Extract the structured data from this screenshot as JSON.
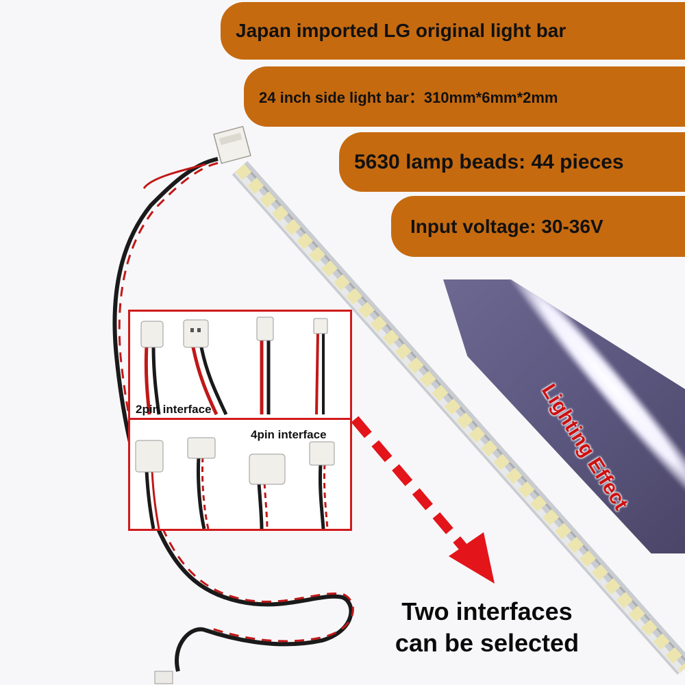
{
  "specs": {
    "title": "Japan imported LG original light bar",
    "size": "24 inch side light bar：310mm*6mm*2mm",
    "beads": "5630 lamp beads: 44 pieces",
    "voltage": "Input voltage: 30-36V"
  },
  "effect_label": "Lighting Effect",
  "interfaces": {
    "pin2_label": "2pin interface",
    "pin4_label": "4pin interface"
  },
  "bottom_text": {
    "line1": "Two interfaces",
    "line2": "can be selected"
  },
  "colors": {
    "banner": "#c66a10",
    "accent_red": "#d01a1a",
    "effect_bg": "#5c577f"
  }
}
